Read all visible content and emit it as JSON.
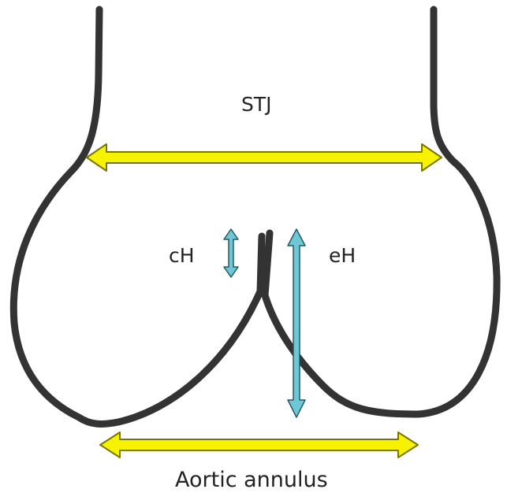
{
  "labels": {
    "stj": "STJ",
    "ch": "cH",
    "eh": "eH",
    "annulus": "Aortic annulus"
  },
  "colors": {
    "outline": "#333333",
    "yellow_fill": "#f7f200",
    "yellow_edge": "#7a7400",
    "blue_fill": "#6fc6d4",
    "blue_edge": "#245a64",
    "text": "#222222"
  }
}
